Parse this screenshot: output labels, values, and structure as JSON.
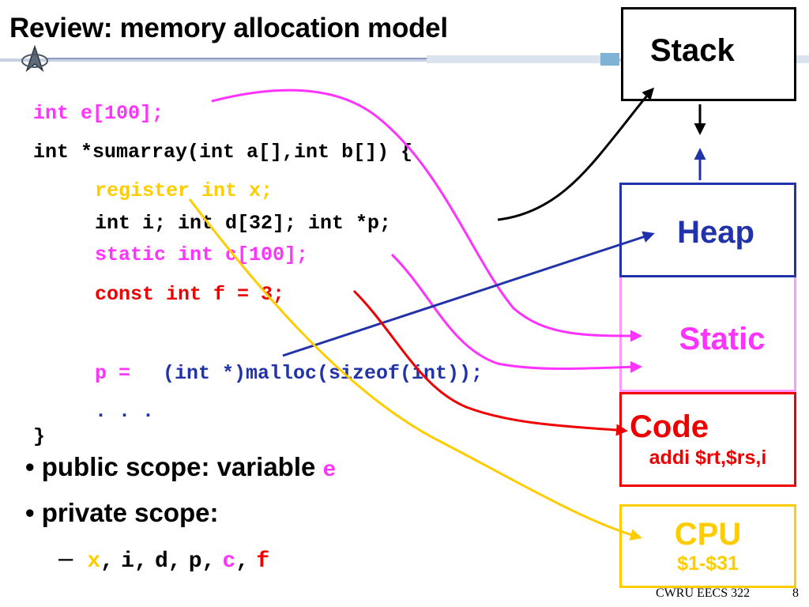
{
  "slide": {
    "title": "Review: memory allocation model",
    "footer_course": "CWRU EECS 322",
    "page_number": "8"
  },
  "code": {
    "line1": "int e[100];",
    "line2": "int *sumarray(int a[],int b[]) {",
    "line3": "register int x;",
    "line4": "int i; int d[32]; int *p;",
    "line5": "static int c[100];",
    "line6": "const int f = 3;",
    "line7_p": "p =",
    "line7_rest": "(int *)malloc(sizeof(int));",
    "line8": ". . .",
    "line9": "}"
  },
  "memory": {
    "stack": "Stack",
    "heap": "Heap",
    "static": "Static",
    "code_title": "Code",
    "code_sub": "addi $rt,$rs,i",
    "cpu_title": "CPU",
    "cpu_sub": "$1-$31"
  },
  "bullets": {
    "public_label": "public scope: variable",
    "public_var": "e",
    "private_label": "private scope:",
    "dash": "–",
    "vars": [
      "x",
      "i",
      "d",
      "p",
      "c",
      "f"
    ],
    "separator": ","
  },
  "colors": {
    "pink": "#ff33ff",
    "yellow": "#ffcc00",
    "red": "#ee0000",
    "blue": "#2233aa",
    "black": "#000000"
  }
}
